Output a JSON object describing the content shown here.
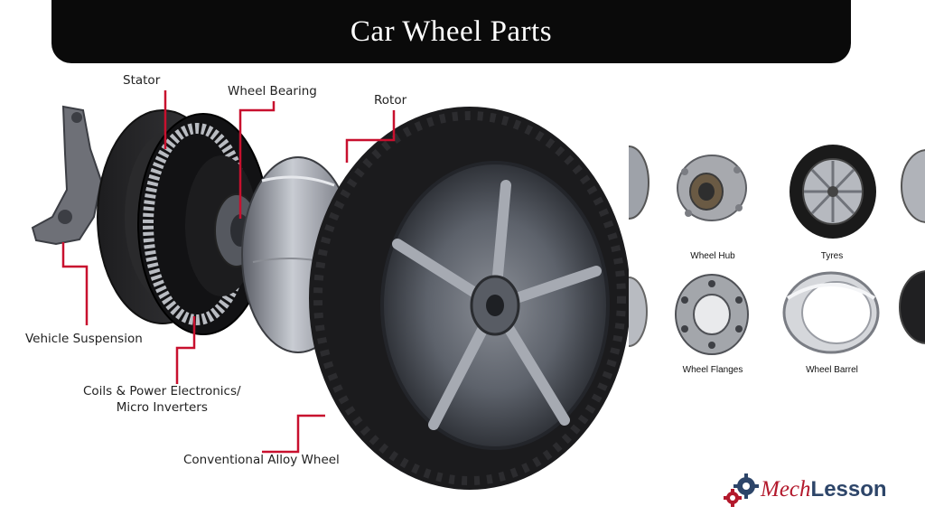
{
  "title": "Car Wheel Parts",
  "diagram": {
    "labels": {
      "stator": "Stator",
      "wheel_bearing": "Wheel Bearing",
      "rotor": "Rotor",
      "vehicle_suspension": "Vehicle Suspension",
      "coils_line1": "Coils & Power Electronics/",
      "coils_line2": "Micro Inverters",
      "alloy_wheel": "Conventional Alloy Wheel"
    },
    "leader_color": "#c8102e"
  },
  "gallery": {
    "captions": {
      "wheel_hub": "Wheel Hub",
      "tyres": "Tyres",
      "wheel_flanges": "Wheel Flanges",
      "wheel_barrel": "Wheel Barrel"
    }
  },
  "logo": {
    "part1": "Mech",
    "part2": "Lesson"
  },
  "colors": {
    "title_bg": "#0a0a0a",
    "brand_red": "#b3192c",
    "brand_blue": "#2d4569"
  }
}
